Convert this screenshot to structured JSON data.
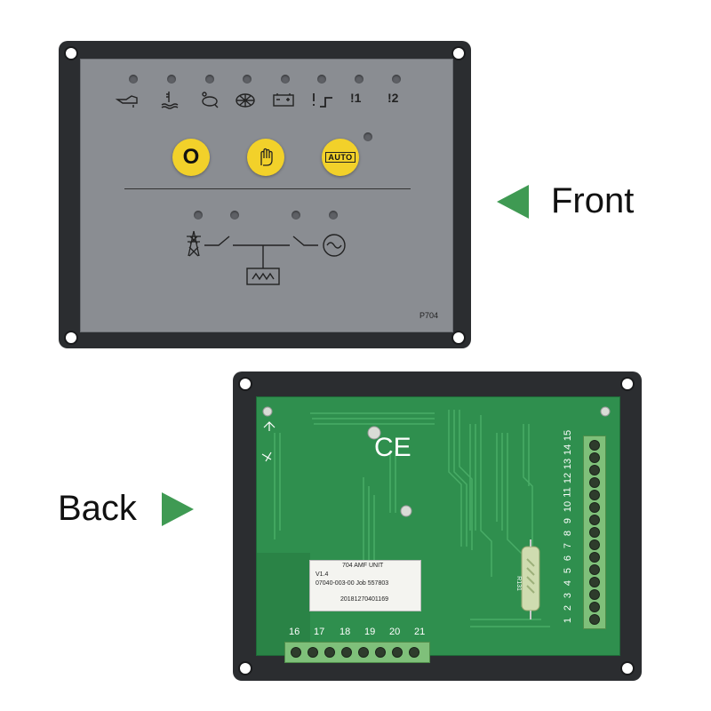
{
  "front": {
    "label": "Front",
    "panel_code": "P704",
    "auto_button_label": "AUTO",
    "stop_button_label": "O",
    "alarm_1_label": "!1",
    "alarm_2_label": "!2"
  },
  "back": {
    "label": "Back",
    "pcb_label": {
      "line1": "704 AMF UNIT",
      "line2": "V1.4",
      "line3": "07040-003-00 Job 557803",
      "line4": "20181270401169"
    },
    "resistor_label": "R131",
    "ce_mark": "CE",
    "bottom_terminals": [
      "16",
      "17",
      "18",
      "19",
      "20",
      "21"
    ],
    "side_terminals": [
      "1",
      "2",
      "3",
      "4",
      "5",
      "6",
      "7",
      "8",
      "9",
      "10",
      "11",
      "12",
      "13",
      "14",
      "15"
    ]
  },
  "colors": {
    "arrow_green": "#3f9a53",
    "button_yellow": "#f2d12a",
    "pcb_green": "#2f8f4e",
    "face_gray": "#8a8d92"
  }
}
